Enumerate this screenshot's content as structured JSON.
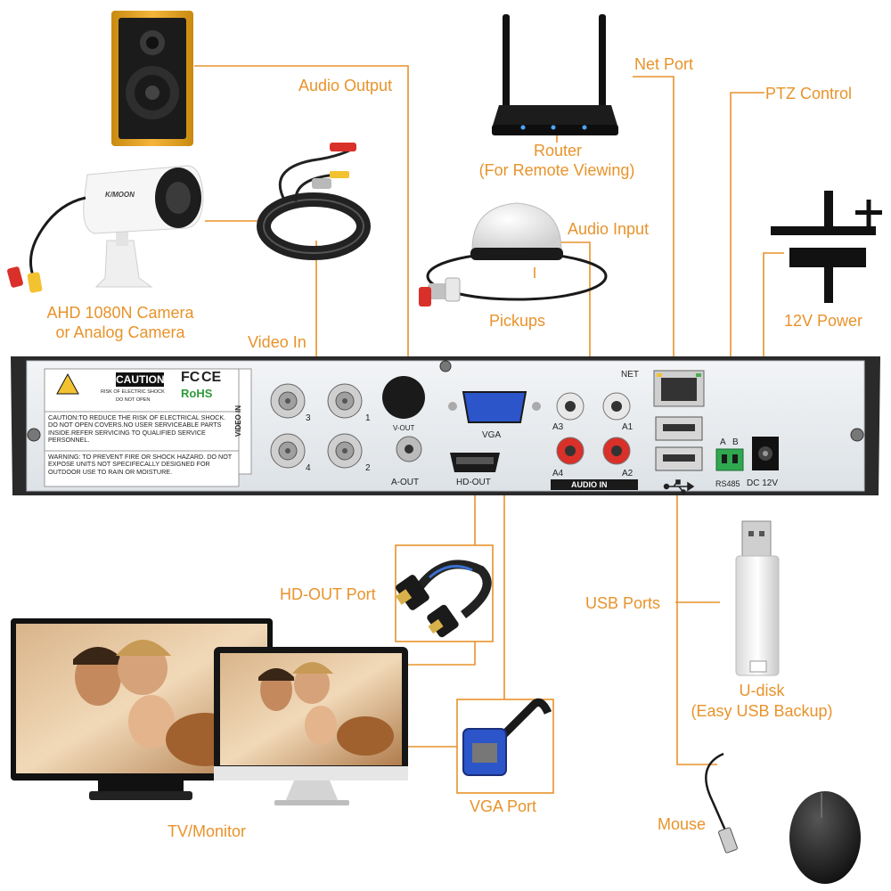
{
  "labels": {
    "audio_output": "Audio Output",
    "router": "Router",
    "router_sub": "(For Remote Viewing)",
    "net_port": "Net Port",
    "ptz_control": "PTZ Control",
    "audio_input": "Audio Input",
    "pickups": "Pickups",
    "power": "12V Power",
    "camera_line1": "AHD 1080N Camera",
    "camera_line2": "or Analog Camera",
    "video_in": "Video In",
    "hd_out_port": "HD-OUT Port",
    "usb_ports": "USB Ports",
    "udisk": "U-disk",
    "udisk_sub": "(Easy USB Backup)",
    "vga_port": "VGA Port",
    "tv_monitor": "TV/Monitor",
    "mouse": "Mouse"
  },
  "panel": {
    "caution_title": "CAUTION",
    "caution_sub1": "RISK OF ELECTRIC SHOCK",
    "caution_sub2": "DO NOT OPEN",
    "fcc": "FC",
    "ce": "CE",
    "rohs": "RoHS",
    "caution_text": "CAUTION:TO REDUCE THE RISK OF ELECTRICAL SHOCK. DO NOT OPEN COVERS.NO USER SERVICEABLE PARTS INSIDE.REFER SERVICING TO QUALIFIED SERVICE PERSONNEL.",
    "warning_text": "WARNING: TO PREVENT FIRE OR SHOCK HAZARD. DO NOT EXPOSE UNITS NOT SPECIFECALLY DESIGNED FOR OUTDOOR USE TO RAIN OR MOISTURE.",
    "video_in_vertical": "VIDEO IN",
    "bnc": [
      "3",
      "1",
      "4",
      "2"
    ],
    "v_out": "V-OUT",
    "a_out": "A-OUT",
    "vga": "VGA",
    "hd_out": "HD-OUT",
    "net": "NET",
    "audio_in": "AUDIO IN",
    "a_ports": [
      "A3",
      "A1",
      "A4",
      "A2"
    ],
    "rs485_a": "A",
    "rs485_b": "B",
    "rs485": "RS485",
    "dc12v": "DC 12V",
    "camera_brand": "K/MOON"
  },
  "colors": {
    "accent": "#e8932b",
    "panel": "#e9edf0",
    "panel_dark": "#2a2a2a"
  }
}
